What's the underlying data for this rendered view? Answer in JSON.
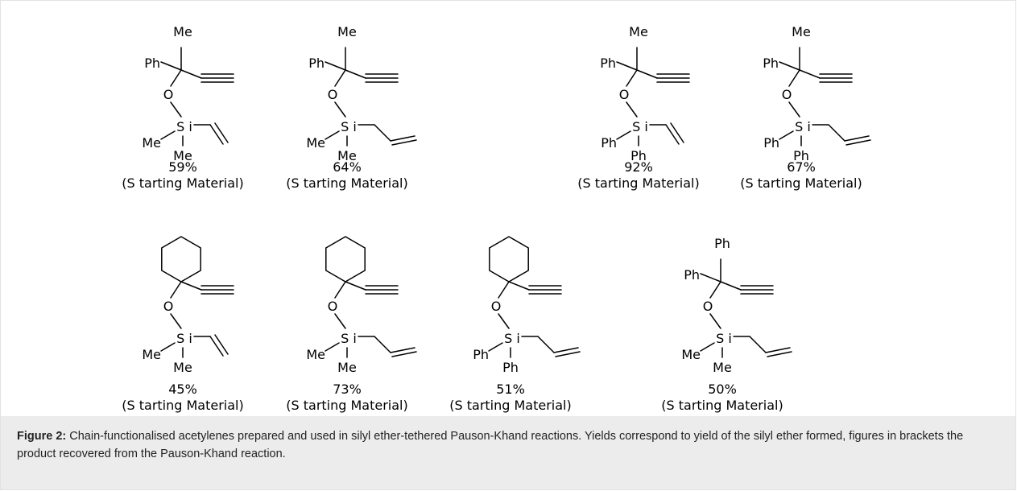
{
  "figure": {
    "label": "Figure 2:",
    "caption": "Chain-functionalised acetylenes prepared and used in silyl ether-tethered Pauson-Khand reactions. Yields correspond to yield of the silyl ether formed, figures in brackets the product recovered from the Pauson-Khand reaction."
  },
  "compounds": [
    {
      "yield": "59%",
      "note": "(S tarting Material)",
      "top": "Me",
      "left": "Ph",
      "si_left": "Me",
      "si_bottom": "Me",
      "alkene": "vinyl"
    },
    {
      "yield": "64%",
      "note": "(S tarting Material)",
      "top": "Me",
      "left": "Ph",
      "si_left": "Me",
      "si_bottom": "Me",
      "alkene": "allyl"
    },
    {
      "yield": "92%",
      "note": "(S tarting Material)",
      "top": "Me",
      "left": "Ph",
      "si_left": "Ph",
      "si_bottom": "Ph",
      "alkene": "vinyl"
    },
    {
      "yield": "67%",
      "note": "(S tarting Material)",
      "top": "Me",
      "left": "Ph",
      "si_left": "Ph",
      "si_bottom": "Ph",
      "alkene": "allyl"
    },
    {
      "yield": "45%",
      "note": "(S tarting Material)",
      "ring": true,
      "si_left": "Me",
      "si_bottom": "Me",
      "alkene": "vinyl"
    },
    {
      "yield": "73%",
      "note": "(S tarting Material)",
      "ring": true,
      "si_left": "Me",
      "si_bottom": "Me",
      "alkene": "allyl"
    },
    {
      "yield": "51%",
      "note": "(S tarting Material)",
      "ring": true,
      "si_left": "Ph",
      "si_bottom": "Ph",
      "alkene": "allyl"
    },
    {
      "yield": "50%",
      "note": "(S tarting Material)",
      "top": "Ph",
      "left": "Ph",
      "si_left": "Me",
      "si_bottom": "Me",
      "alkene": "allyl"
    }
  ],
  "atoms": {
    "oxygen": "O",
    "silicon": "S i"
  }
}
